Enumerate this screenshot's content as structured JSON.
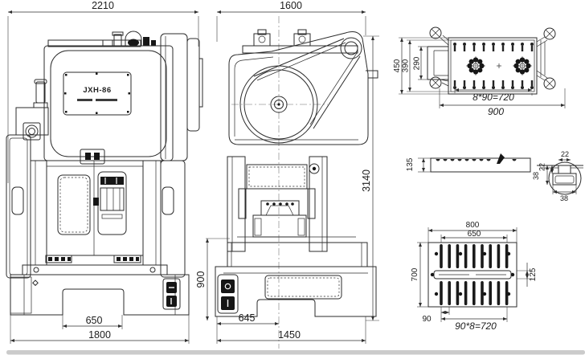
{
  "front_view": {
    "nameplate": "JXH-86",
    "dim_overall_width": "2210",
    "dim_tslot_opening": "650",
    "dim_base_width": "1800"
  },
  "side_view": {
    "dim_overall_depth": "1600",
    "dim_overall_height": "3140",
    "dim_table_height": "900",
    "dim_overhang": "645",
    "dim_base_depth": "1450"
  },
  "ram_view": {
    "dim_width_outer": "450",
    "dim_width_mid": "390",
    "dim_width_inner": "290",
    "dim_slot_spacing": "8*90=720",
    "dim_length": "900"
  },
  "beam_section": {
    "dim_height": "135"
  },
  "tslot_detail": {
    "dim_slot_width": "22",
    "dim_total_depth": "38",
    "dim_neck_depth": "22",
    "dim_base_width": "38"
  },
  "bolster_view": {
    "dim_width_outer": "800",
    "dim_width_inner": "650",
    "dim_depth": "700",
    "dim_center_slot": "125",
    "dim_pitch": "90",
    "dim_slot_spacing": "90*8=720"
  }
}
